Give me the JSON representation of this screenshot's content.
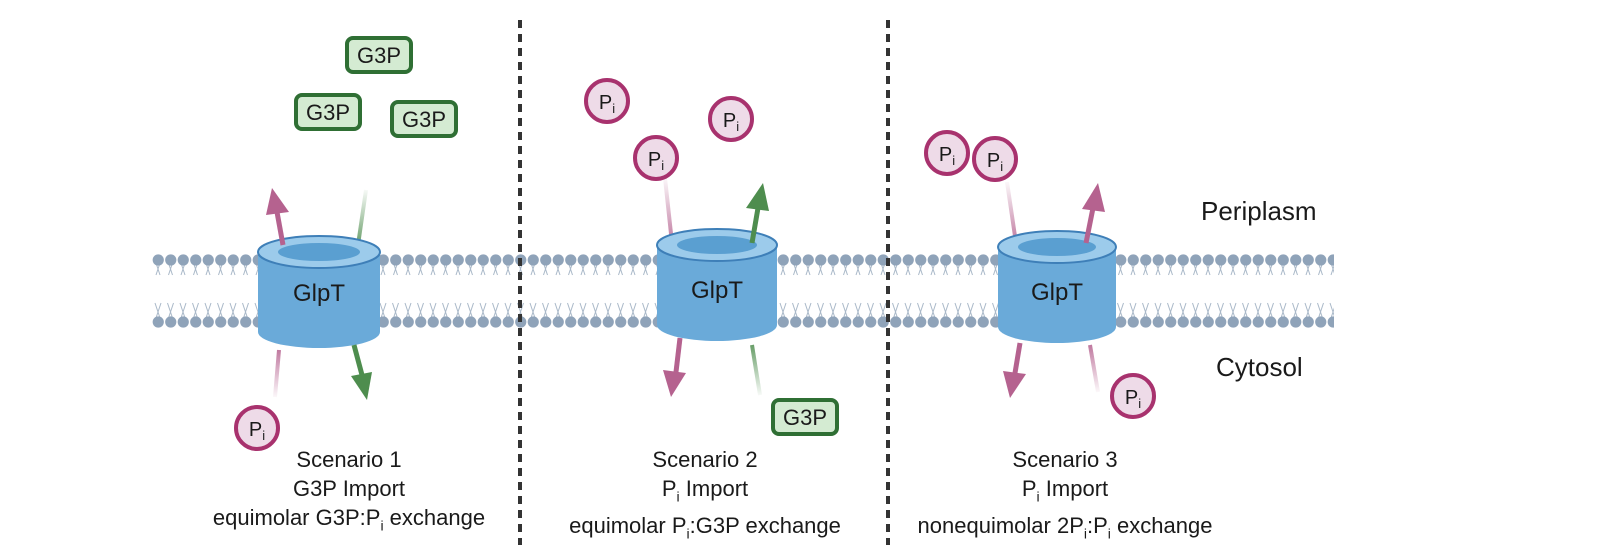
{
  "labels": {
    "periplasm": "Periplasm",
    "cytosol": "Cytosol",
    "transporter": "GlpT",
    "g3p": "G3P",
    "pi_main": "P",
    "pi_sub": "i"
  },
  "scenarios": [
    {
      "title": "Scenario 1",
      "import": "G3P Import",
      "exchange_parts": [
        "equimolar G3P:P",
        "i",
        " exchange"
      ]
    },
    {
      "title": "Scenario 2",
      "import_parts": [
        "P",
        "i",
        " Import"
      ],
      "exchange_parts": [
        "equimolar P",
        "i",
        ":G3P exchange"
      ]
    },
    {
      "title": "Scenario 3",
      "import_parts": [
        "P",
        "i",
        " Import"
      ],
      "exchange_parts": [
        "nonequimolar 2P",
        "i",
        ":P",
        "i",
        " exchange"
      ]
    }
  ],
  "colors": {
    "membrane_head": "#8fa3b9",
    "membrane_tail": "#a9b8c8",
    "transporter_body": "#6aaad9",
    "transporter_top": "#9ccbeb",
    "transporter_inner": "#5a9fd1",
    "transporter_outline": "#3e7fb8",
    "pi_fill": "#eedbe8",
    "pi_stroke": "#a8326e",
    "g3p_fill": "#d4ebd2",
    "g3p_stroke": "#2f6f34",
    "arrow_pink": "#b5628f",
    "arrow_green": "#4e8d4e",
    "divider": "#333333"
  }
}
